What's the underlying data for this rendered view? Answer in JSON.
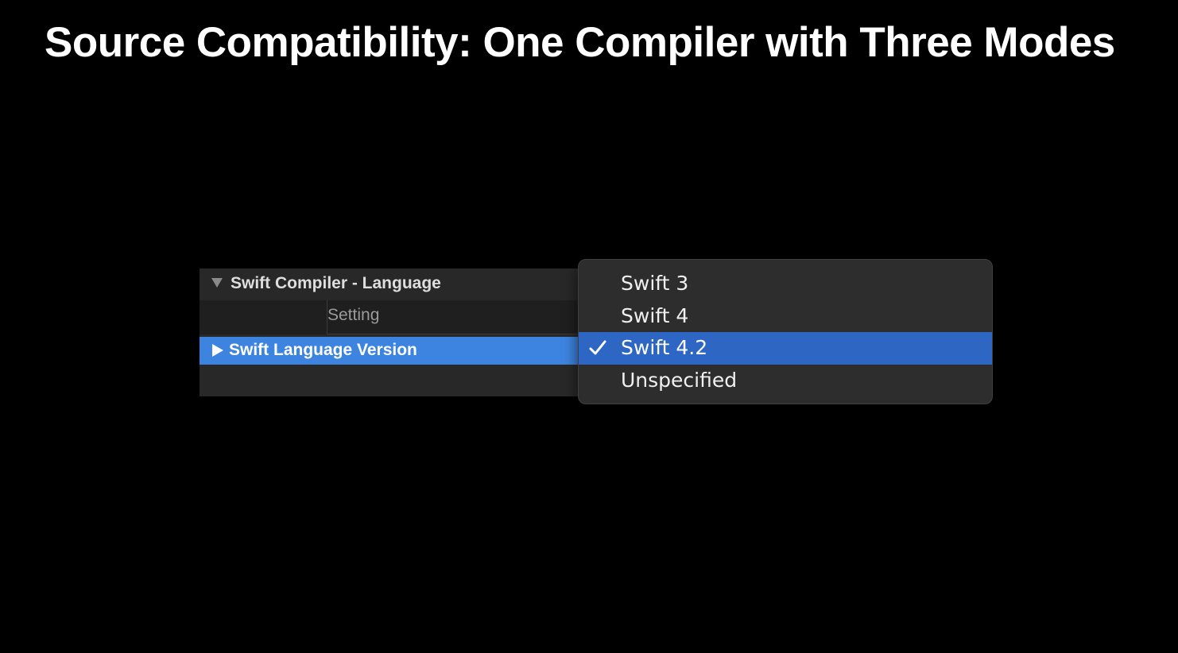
{
  "slide": {
    "title": "Source Compatibility: One Compiler with Three Modes"
  },
  "settings_panel": {
    "section_title": "Swift Compiler - Language",
    "column_header": "Setting",
    "row_label": "Swift Language Version",
    "section_icon": "disclosure-triangle-down-icon",
    "row_icon": "disclosure-triangle-right-icon"
  },
  "popup_menu": {
    "items": [
      {
        "label": "Swift 3",
        "checked": false
      },
      {
        "label": "Swift 4",
        "checked": false
      },
      {
        "label": "Swift 4.2",
        "checked": true
      },
      {
        "label": "Unspecified",
        "checked": false
      }
    ],
    "check_icon": "checkmark-icon",
    "selection_color": "#2d66c3"
  },
  "colors": {
    "background": "#000000",
    "row_highlight": "#3d84e0",
    "panel": "#282828",
    "menu_background": "#2d2d2d"
  }
}
